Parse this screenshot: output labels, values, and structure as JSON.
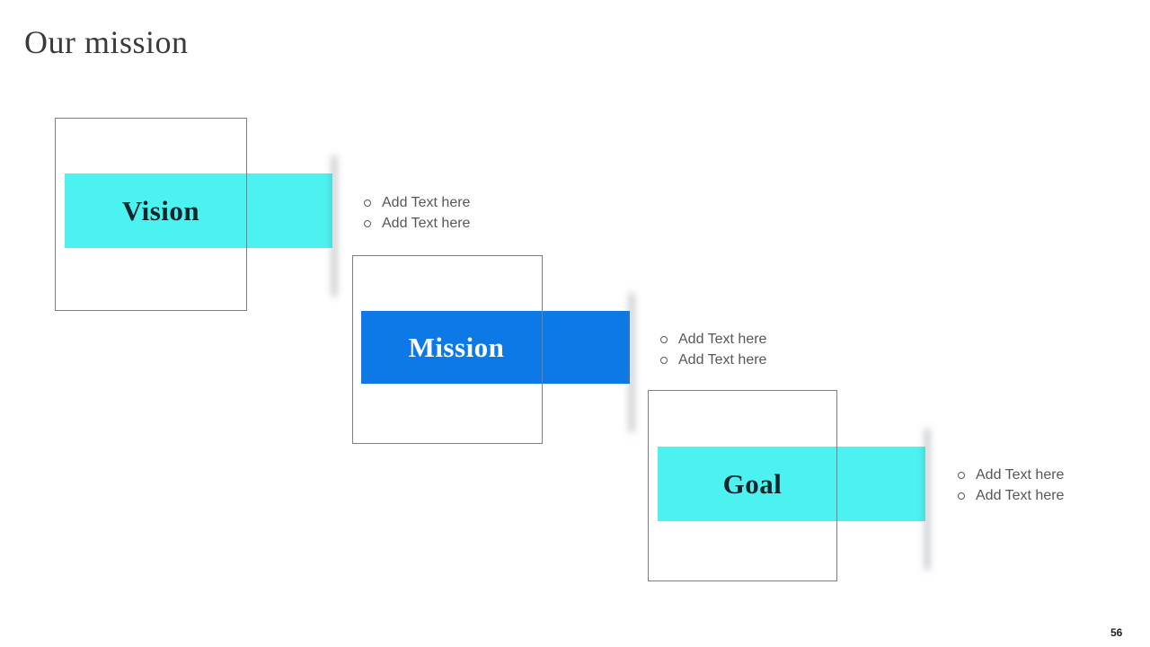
{
  "slide": {
    "title": "Our mission",
    "page_number": "56"
  },
  "colors": {
    "cyan": "#4CF2F0",
    "blue": "#0C79E6",
    "square-border": "#7F7F7F",
    "label-dark": "#14262C",
    "label-light": "#FFFFFF",
    "bullet-text": "#575757",
    "title-text": "#3A3A3A"
  },
  "blocks": [
    {
      "label": "Vision",
      "bullets": [
        "Add Text here",
        "Add Text here"
      ]
    },
    {
      "label": "Mission",
      "bullets": [
        "Add Text here",
        "Add Text here"
      ]
    },
    {
      "label": "Goal",
      "bullets": [
        "Add Text here",
        "Add Text here"
      ]
    }
  ]
}
